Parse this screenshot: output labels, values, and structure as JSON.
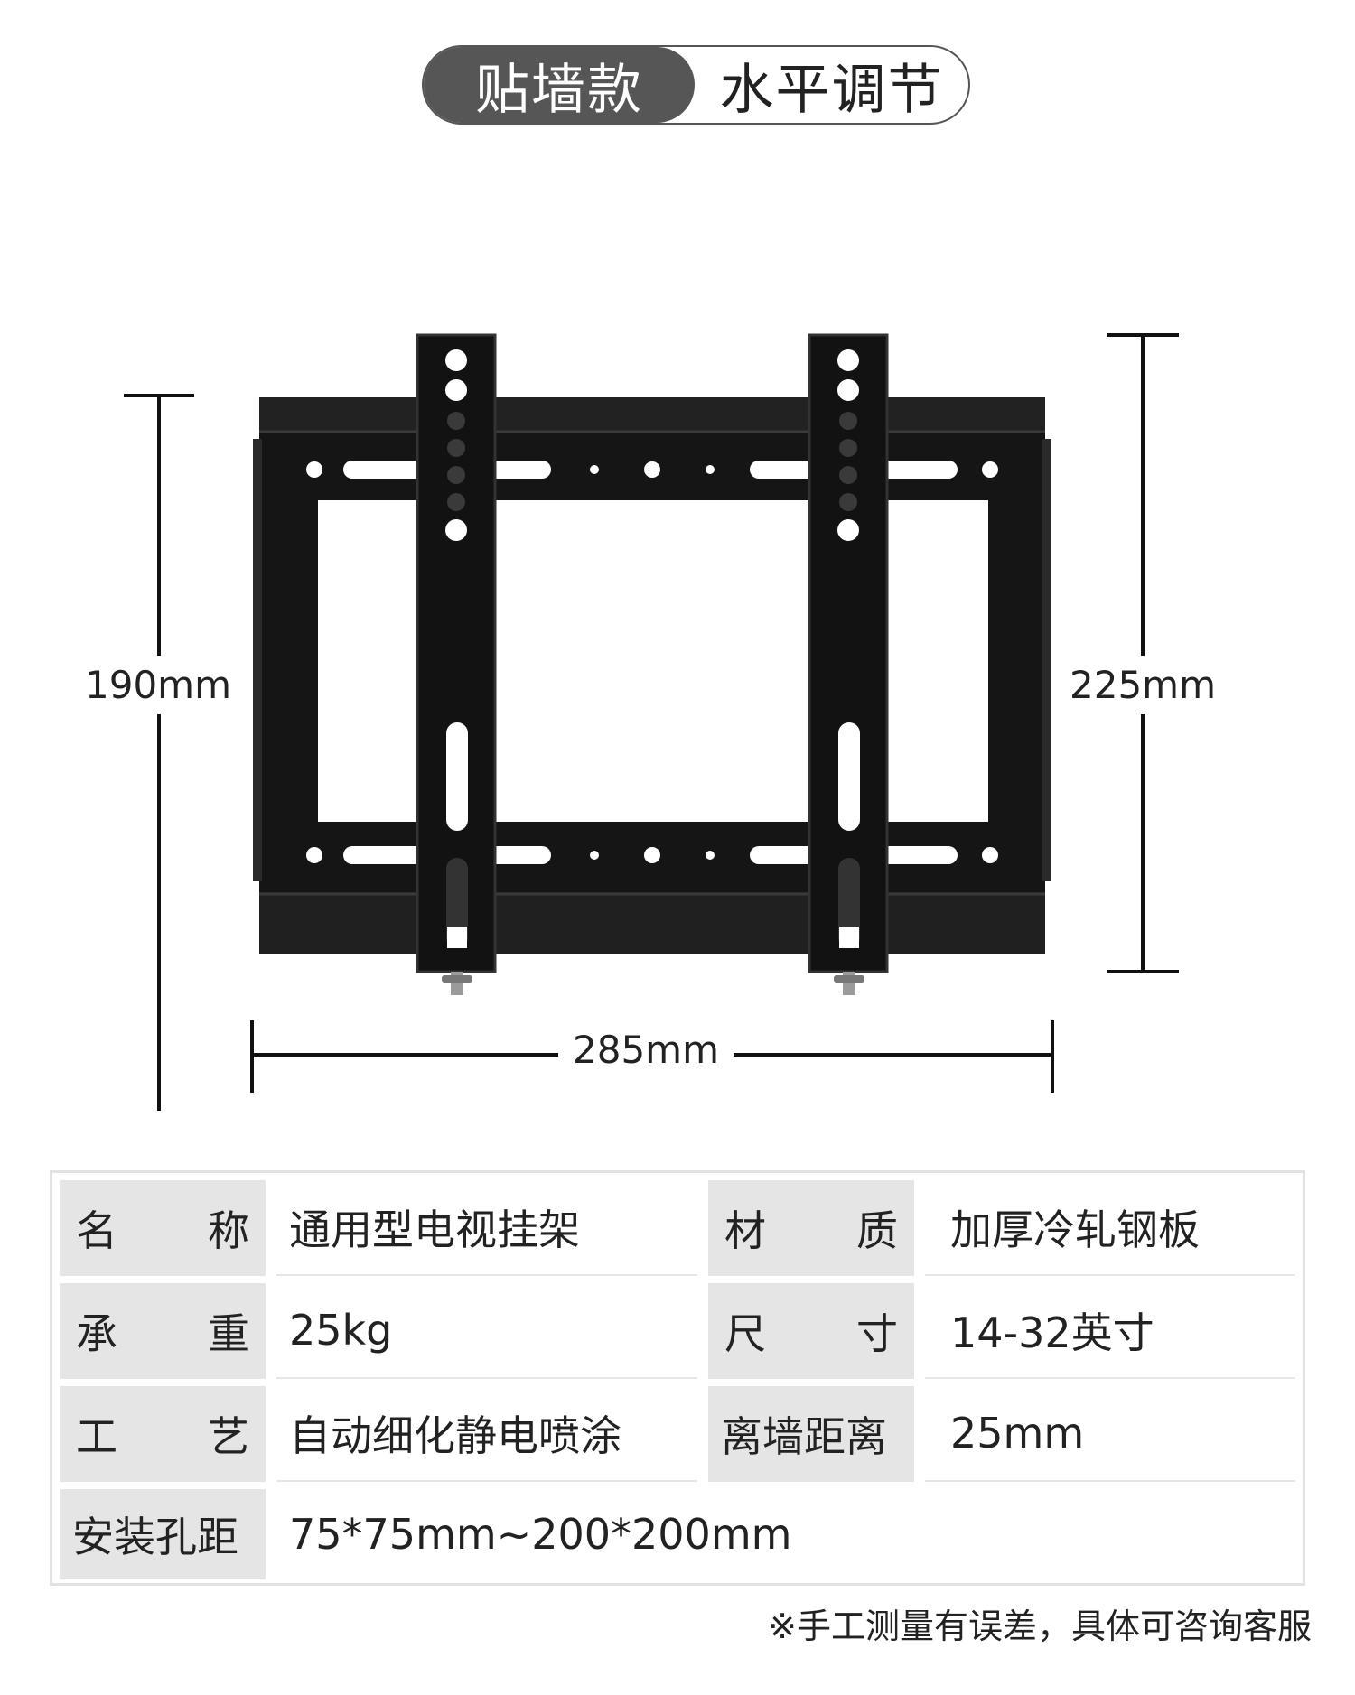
{
  "tabs": {
    "active_label": "贴墙款",
    "inactive_label": "水平调节"
  },
  "dimensions": {
    "left_height": "190mm",
    "right_height": "225mm",
    "width": "285mm"
  },
  "spec_table": {
    "rows": [
      {
        "label1": [
          "名",
          "称"
        ],
        "value1": "通用型电视挂架",
        "label2": [
          "材",
          "质"
        ],
        "value2": "加厚冷轧钢板"
      },
      {
        "label1": [
          "承",
          "重"
        ],
        "value1": "25kg",
        "label2": [
          "尺",
          "寸"
        ],
        "value2": "14-32英寸"
      },
      {
        "label1": [
          "工",
          "艺"
        ],
        "value1": "自动细化静电喷涂",
        "label2": [
          "离墙距离"
        ],
        "value2": "25mm"
      },
      {
        "label1": [
          "安装孔距"
        ],
        "value1": "75*75mm~200*200mm"
      }
    ]
  },
  "note": "※手工测量有误差，具体可咨询客服"
}
